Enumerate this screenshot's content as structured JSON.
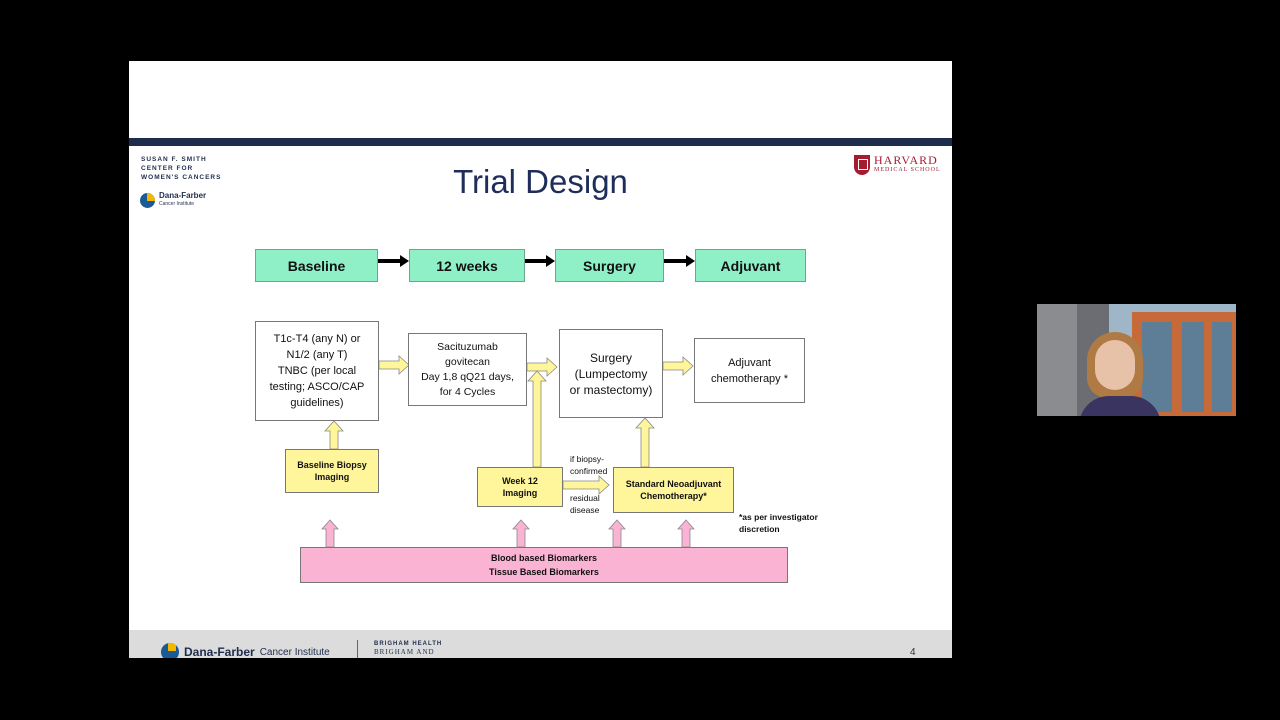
{
  "slide": {
    "title": "Trial Design",
    "logo_left": {
      "line1": "SUSAN F. SMITH",
      "line2": "CENTER FOR",
      "line3": "WOMEN'S CANCERS",
      "org": "Dana-Farber",
      "org_sub": "Cancer Institute"
    },
    "logo_right": {
      "name": "HARVARD",
      "sub": "MEDICAL SCHOOL"
    },
    "footer": {
      "org": "Dana-Farber",
      "org_tail": "Cancer Institute",
      "partner_line1": "BRIGHAM HEALTH",
      "partner_line2": "BRIGHAM AND",
      "page_number": "4"
    }
  },
  "diagram": {
    "phases": [
      "Baseline",
      "12 weeks",
      "Surgery",
      "Adjuvant"
    ],
    "eligibility": [
      "T1c-T4 (any N) or",
      "N1/2 (any T)",
      "TNBC (per local",
      "testing; ASCO/CAP",
      "guidelines)"
    ],
    "treatment": [
      "Sacituzumab",
      "govitecan",
      "Day 1,8 qQ21 days,",
      "for 4 Cycles"
    ],
    "surgery": [
      "Surgery",
      "(Lumpectomy",
      "or mastectomy)"
    ],
    "adjuvant": [
      "Adjuvant",
      "chemotherapy *"
    ],
    "baseline_biopsy": [
      "Baseline Biopsy",
      "Imaging"
    ],
    "week12": [
      "Week 12",
      "Imaging"
    ],
    "standard": [
      "Standard Neoadjuvant",
      "Chemotherapy*"
    ],
    "condition_top": [
      "if biopsy-",
      "confirmed"
    ],
    "condition_bottom": [
      "residual",
      "disease"
    ],
    "footnote": [
      "*as per investigator",
      "discretion"
    ],
    "biomarkers": [
      "Blood based Biomarkers",
      "Tissue Based Biomarkers"
    ]
  },
  "colors": {
    "navy": "#1f2d4d",
    "green_box": "#8ff0c8",
    "yellow_box": "#fff59a",
    "pink_box": "#fbb3d3",
    "harvard_crimson": "#a51c30"
  }
}
